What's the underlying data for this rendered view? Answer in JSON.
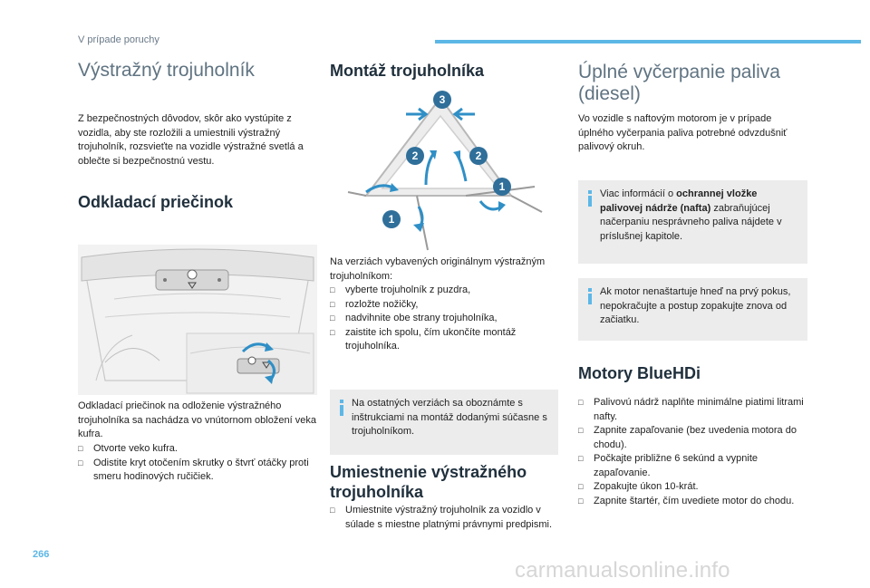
{
  "header": {
    "section": "V prípade poruchy",
    "page_number": "266"
  },
  "watermark": "carmanualsonline.info",
  "col1": {
    "title": "Výstražný trojuholník",
    "intro": "Z bezpečnostných dôvodov, skôr ako vystúpite z vozidla, aby ste rozložili a umiestnili výstražný trojuholník, rozsvieťte na vozidle výstražné svetlá a oblečte si bezpečnostnú vestu.",
    "storage_title": "Odkladací priečinok",
    "storage_text": "Odkladací priečinok na odloženie výstražného trojuholníka sa nachádza vo vnútornom obložení veka kufra.",
    "storage_steps": [
      "Otvorte veko kufra.",
      "Odistite kryt otočením skrutky o štvrť otáčky proti smeru hodinových ručičiek."
    ]
  },
  "col2": {
    "title": "Montáž trojuholníka",
    "diagram_numbers": [
      "3",
      "2",
      "2",
      "1",
      "1"
    ],
    "text": "Na verziách vybavených originálnym výstražným trojuholníkom:",
    "steps": [
      "vyberte trojuholník z puzdra,",
      "rozložte nožičky,",
      "nadvihnite obe strany trojuholníka,",
      "zaistite ich spolu, čím ukončíte montáž trojuholníka."
    ],
    "note": "Na ostatných verziách sa oboznámte s inštrukciami na montáž dodanými súčasne s trojuholníkom.",
    "placement_title": "Umiestnenie výstražného trojuholníka",
    "placement_steps": [
      "Umiestnite výstražný trojuholník za vozidlo v súlade s miestne platnými právnymi predpismi."
    ]
  },
  "col3": {
    "title": "Úplné vyčerpanie paliva (diesel)",
    "text": "Vo vozidle s naftovým motorom je v prípade úplného vyčerpania paliva potrebné odvzdušniť palivový okruh.",
    "note1_pre": "Viac informácií o ",
    "note1_bold": "ochrannej vložke palivovej nádrže (nafta)",
    "note1_post": " zabraňujúcej načerpaniu nesprávneho paliva nájdete v príslušnej kapitole.",
    "note2": "Ak motor nenaštartuje hneď na prvý pokus, nepokračujte a postup zopakujte znova od začiatku.",
    "bluehdi_title": "Motory BlueHDi",
    "bluehdi_steps": [
      "Palivovú nádrž naplňte minimálne piatimi litrami nafty.",
      "Zapnite zapaľovanie (bez uvedenia motora do chodu).",
      "Počkajte približne 6 sekúnd a vypnite zapaľovanie.",
      "Zopakujte úkon 10-krát.",
      "Zapnite štartér, čím uvediete motor do chodu."
    ]
  },
  "colors": {
    "accent": "#5cb7e6",
    "diagram_badge": "#2f6f9a",
    "note_bg": "#ececec"
  }
}
